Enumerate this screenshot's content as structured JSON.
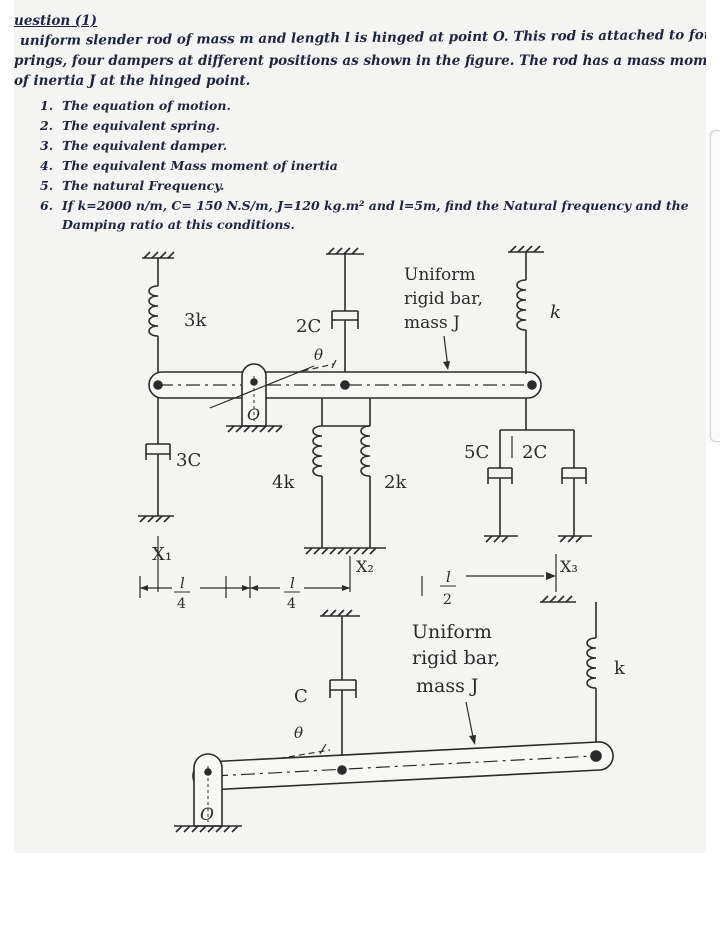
{
  "question": {
    "title": "uestion (1)",
    "intro_lines": [
      "uniform slender rod of mass m and length l is hinged at point O. This rod is attached to four",
      "prings, four dampers at different positions as shown in the figure. The rod has a mass moment",
      "of inertia J at the hinged point."
    ],
    "tasks": [
      {
        "num": "1.",
        "text": "The equation of motion."
      },
      {
        "num": "2.",
        "text": "The equivalent spring."
      },
      {
        "num": "3.",
        "text": "The equivalent damper."
      },
      {
        "num": "4.",
        "text": "The equivalent Mass moment of inertia"
      },
      {
        "num": "5.",
        "text": "The natural Frequency."
      },
      {
        "num": "6.",
        "text": "If k=2000 n/m, C= 150 N.S/m, J=120 kg.m² and l=5m, find the Natural frequency and the Damping ratio at this conditions."
      }
    ]
  },
  "figure_top": {
    "spring_left": "3k",
    "damper_mid": "2C",
    "angle": "θ",
    "bar_label": [
      "Uniform",
      "rigid bar,",
      "mass  J"
    ],
    "spring_right": "k",
    "hinge": "O",
    "damper_left": "3C",
    "spring_mid_left": "4k",
    "spring_mid_right": "2k",
    "damper_right_1": "5C",
    "damper_right_2": "2C",
    "x1": "X₁",
    "x2": "X₂",
    "x3": "X₃",
    "dim_1_num": "l",
    "dim_1_den": "4",
    "dim_2_num": "l",
    "dim_2_den": "4",
    "dim_3_num": "l",
    "dim_3_den": "2"
  },
  "figure_bottom": {
    "damper": "C",
    "angle": "θ",
    "bar_label": [
      "Uniform",
      "rigid bar,",
      "mass  J"
    ],
    "spring": "k",
    "hinge": "O"
  }
}
